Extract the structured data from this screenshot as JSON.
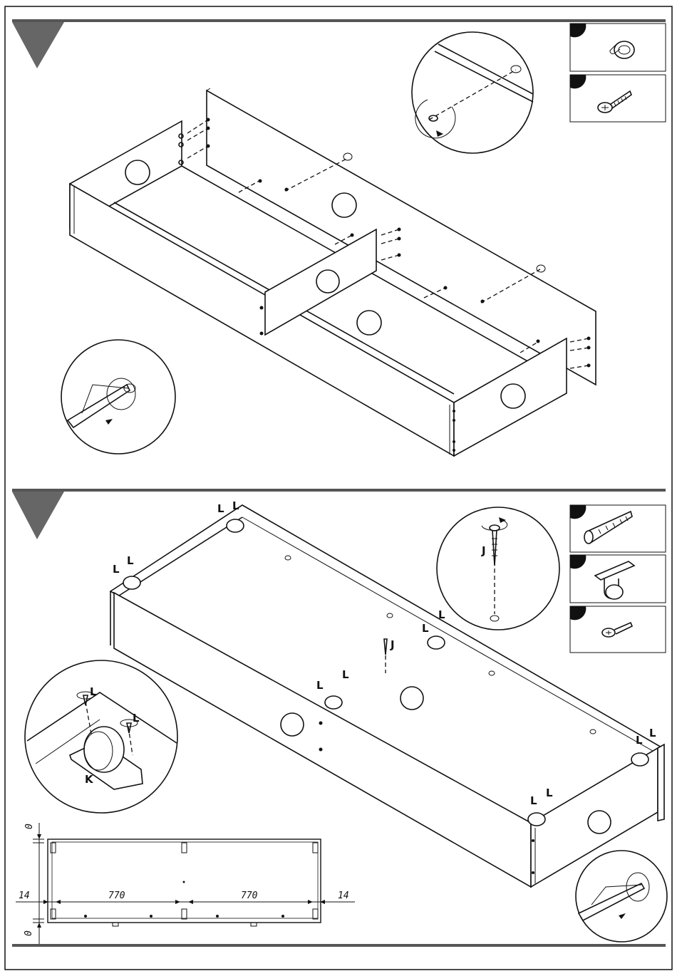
{
  "step1": {
    "hardware": [
      "knob-icon",
      "machine-screw-icon"
    ]
  },
  "step2": {
    "hardware": [
      "long-wood-screw-icon",
      "caster-wheel-icon",
      "short-wood-screw-icon"
    ],
    "labels": {
      "screw_long": "J",
      "screw_short": "L",
      "caster": "K"
    },
    "dimensions": {
      "top_gap": "0",
      "bottom_gap": "0",
      "left_offset": "14",
      "right_offset": "14",
      "span_left": "770",
      "span_right": "770"
    }
  },
  "colors": {
    "line": "#111111",
    "divider": "#555555",
    "badge": "#666666"
  }
}
